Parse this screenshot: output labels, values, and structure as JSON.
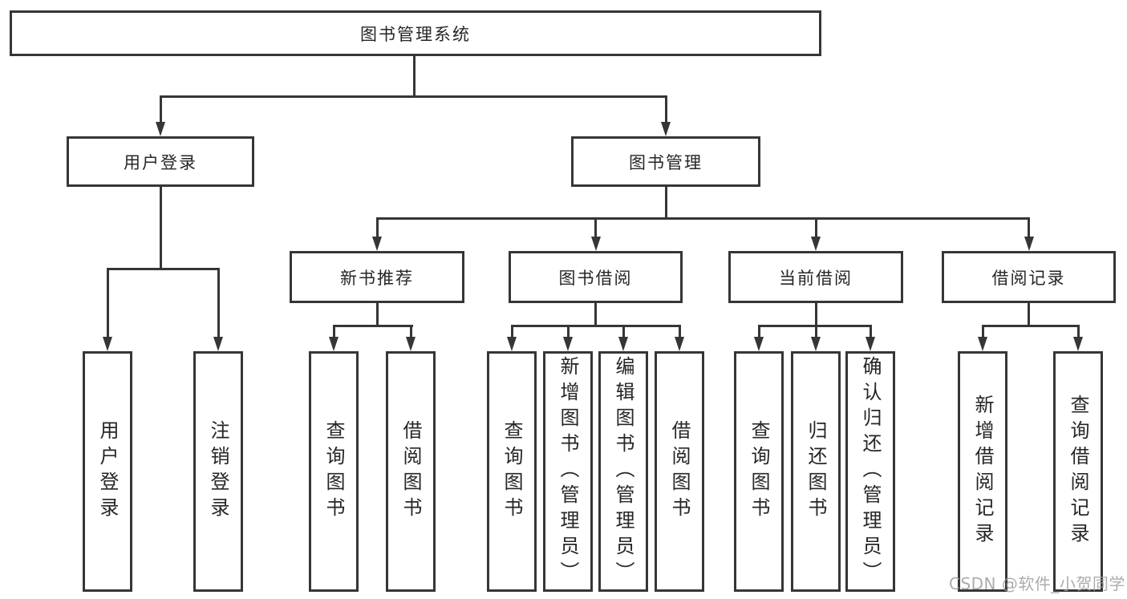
{
  "nodes": {
    "root": "图书管理系统",
    "login": "用户登录",
    "mgmt": "图书管理",
    "newbook": "新书推荐",
    "borrow": "图书借阅",
    "current": "当前借阅",
    "records": "借阅记录"
  },
  "leaves": {
    "login": [
      "用户登录",
      "注销登录"
    ],
    "newbook": [
      "查询图书",
      "借阅图书"
    ],
    "borrow": [
      "查询图书",
      "新增图书（管理员）",
      "编辑图书（管理员）",
      "借阅图书"
    ],
    "current": [
      "查询图书",
      "归还图书",
      "确认归还（管理员）"
    ],
    "records": [
      "新增借阅记录",
      "查询借阅记录"
    ]
  },
  "watermark": "CSDN @软件_小贺同学",
  "colors": {
    "line": "#363636",
    "text": "#262626",
    "background": "#ffffff",
    "watermark": "#9e9e9e"
  }
}
